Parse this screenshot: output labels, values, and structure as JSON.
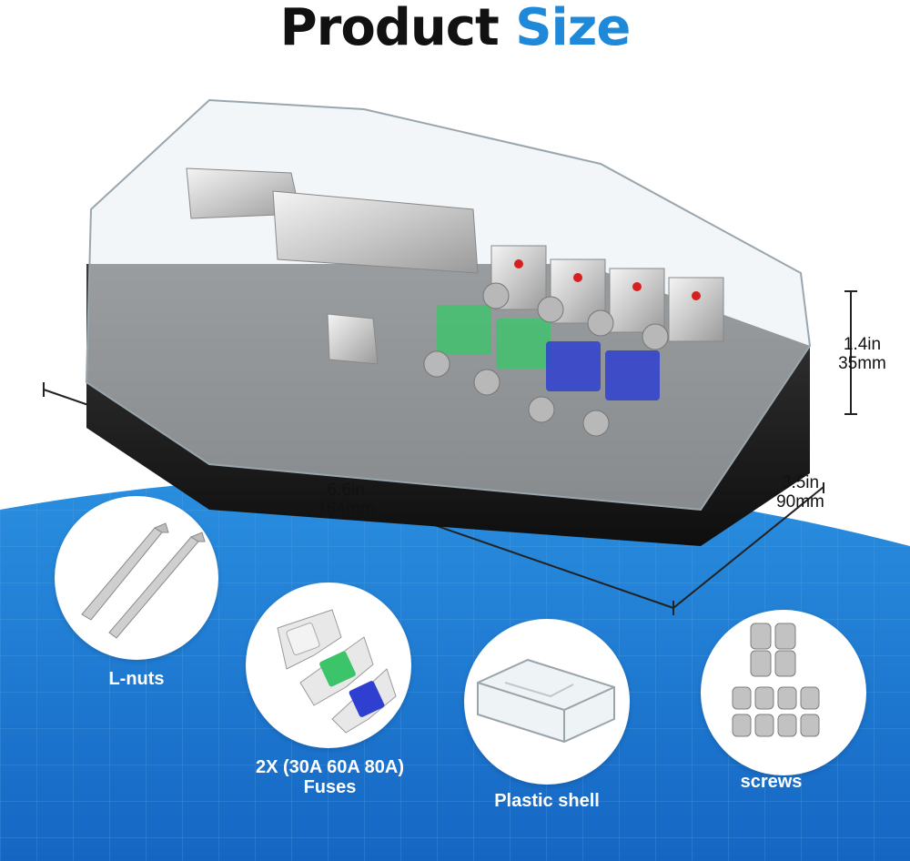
{
  "header": {
    "title_part1": "Product",
    "title_part2": "Size"
  },
  "dimensions": {
    "length_in": "6.6in",
    "length_mm": "164mm",
    "height_in": "1.4in",
    "height_mm": "35mm",
    "width_in": "3.5in",
    "width_mm": "90mm"
  },
  "accessories": [
    {
      "label": "L-nuts",
      "icon": "l-wrench-icon"
    },
    {
      "label_line1": "2X  (30A 60A 80A)",
      "label_line2": "Fuses",
      "icon": "mini-fuse-icon"
    },
    {
      "label": "Plastic shell",
      "icon": "plastic-shell-icon"
    },
    {
      "label": "screws",
      "icon": "set-screw-icon"
    }
  ],
  "colors": {
    "title_dark": "#111111",
    "title_accent": "#1e88d9",
    "background_blue": "#1d7fd6",
    "fuse_green": "#3cc46a",
    "fuse_blue": "#2f3fd0"
  }
}
